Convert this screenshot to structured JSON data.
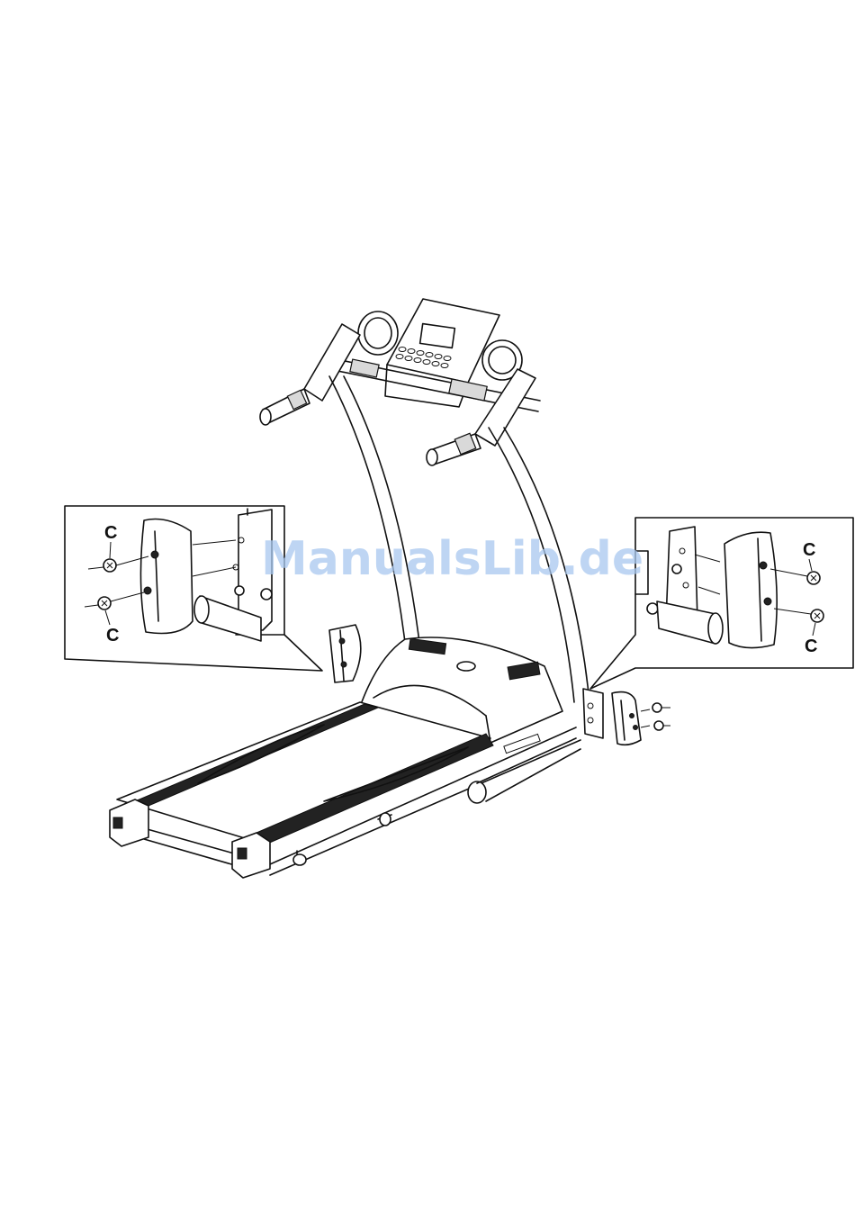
{
  "callouts": {
    "left": {
      "labels": [
        "C",
        "C"
      ]
    },
    "right": {
      "labels": [
        "C",
        "C"
      ]
    }
  },
  "watermark": {
    "text": "ManualsLib.de",
    "color": "#a9c8ef"
  }
}
